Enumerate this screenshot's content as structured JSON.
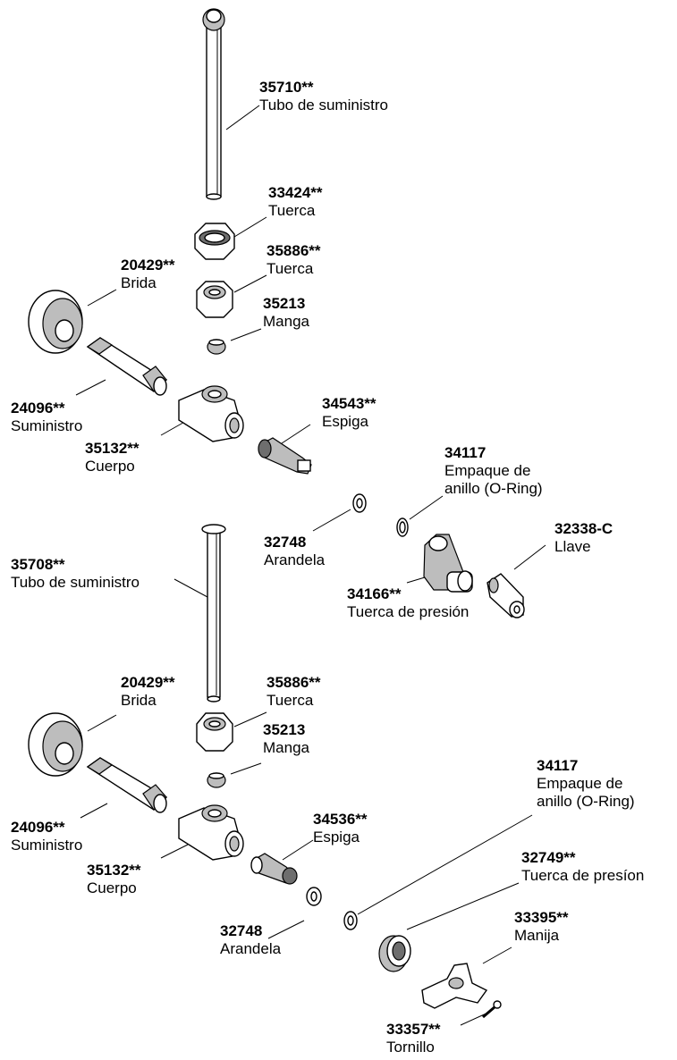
{
  "labels": {
    "tubo_top": {
      "num": "35710**",
      "name": "Tubo de suministro"
    },
    "tuerca_33424": {
      "num": "33424**",
      "name": "Tuerca"
    },
    "tuerca_35886_top": {
      "num": "35886**",
      "name": "Tuerca"
    },
    "brida_top": {
      "num": "20429**",
      "name": "Brida"
    },
    "manga_top": {
      "num": "35213",
      "name": "Manga"
    },
    "suministro_top": {
      "num": "24096**",
      "name": "Suministro"
    },
    "espiga_top": {
      "num": "34543**",
      "name": "Espiga"
    },
    "cuerpo_top": {
      "num": "35132**",
      "name": "Cuerpo"
    },
    "oring_top": {
      "num": "34117",
      "name": "Empaque de",
      "name2": "anillo (O-Ring)"
    },
    "arandela_top": {
      "num": "32748",
      "name": "Arandela"
    },
    "llave": {
      "num": "32338-C",
      "name": "Llave"
    },
    "tubo_bottom": {
      "num": "35708**",
      "name": "Tubo de suministro"
    },
    "tuerca_presion_top": {
      "num": "34166**",
      "name": "Tuerca de presión"
    },
    "brida_bottom": {
      "num": "20429**",
      "name": "Brida"
    },
    "tuerca_35886_bottom": {
      "num": "35886**",
      "name": "Tuerca"
    },
    "manga_bottom": {
      "num": "35213",
      "name": "Manga"
    },
    "oring_bottom": {
      "num": "34117",
      "name": "Empaque de",
      "name2": "anillo (O-Ring)"
    },
    "suministro_bottom": {
      "num": "24096**",
      "name": "Suministro"
    },
    "espiga_bottom": {
      "num": "34536**",
      "name": "Espiga"
    },
    "cuerpo_bottom": {
      "num": "35132**",
      "name": "Cuerpo"
    },
    "tuerca_presion_bottom": {
      "num": "32749**",
      "name": "Tuerca de presíon"
    },
    "arandela_bottom": {
      "num": "32748",
      "name": "Arandela"
    },
    "manija": {
      "num": "33395**",
      "name": "Manija"
    },
    "tornillo": {
      "num": "33357**",
      "name": "Tornillo"
    }
  }
}
